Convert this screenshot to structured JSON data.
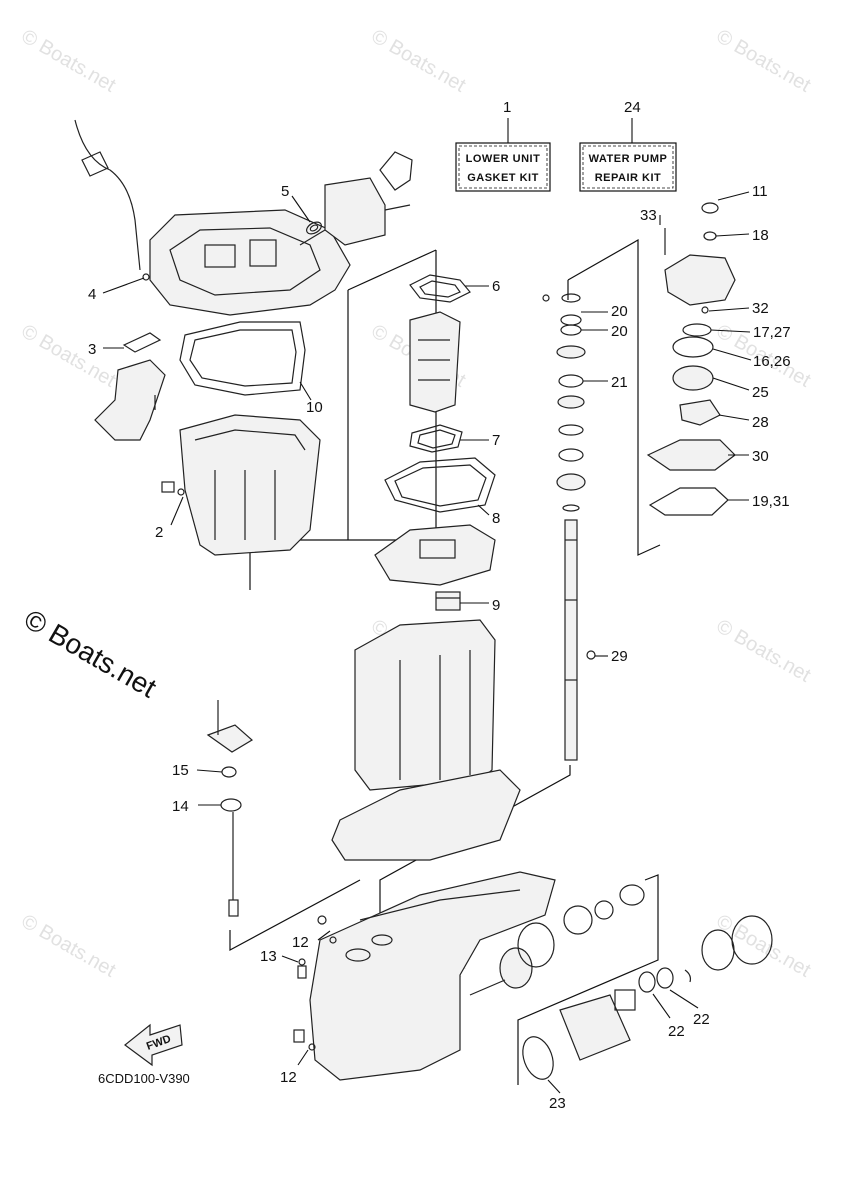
{
  "diagram": {
    "code": "6CDD100-V390",
    "fwd_label": "FWD",
    "watermark_main": "© Boats.net",
    "watermark_tile": "© Boats.net",
    "kits": [
      {
        "ref": "1",
        "line1": "LOWER UNIT",
        "line2": "GASKET KIT"
      },
      {
        "ref": "24",
        "line1": "WATER PUMP",
        "line2": "REPAIR KIT"
      }
    ],
    "callouts": [
      "2",
      "3",
      "4",
      "5",
      "6",
      "7",
      "8",
      "9",
      "10",
      "11",
      "12",
      "12",
      "13",
      "14",
      "15",
      "16,26",
      "17,27",
      "18",
      "19,31",
      "20",
      "20",
      "21",
      "22",
      "22",
      "23",
      "25",
      "28",
      "29",
      "30",
      "32",
      "33"
    ]
  }
}
